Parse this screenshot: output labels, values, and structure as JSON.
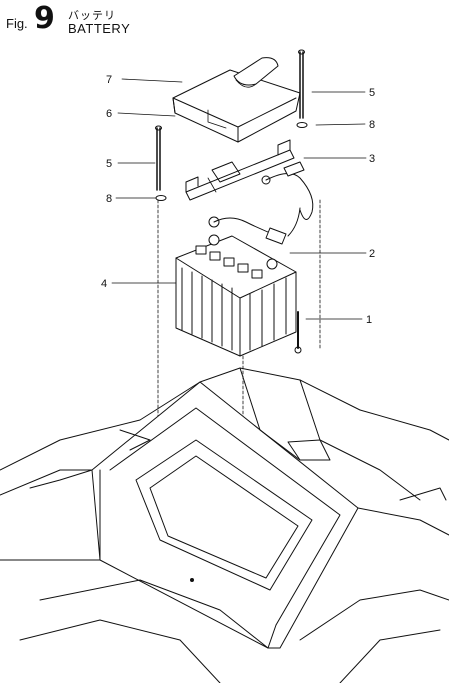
{
  "figure": {
    "prefix": "Fig.",
    "number": "9",
    "title_jp": "バッテリ",
    "title_en": "BATTERY"
  },
  "callouts": [
    {
      "id": "c7a",
      "label": "7"
    },
    {
      "id": "c6",
      "label": "6"
    },
    {
      "id": "c5a",
      "label": "5"
    },
    {
      "id": "c8a",
      "label": "8"
    },
    {
      "id": "c5b",
      "label": "5"
    },
    {
      "id": "c8b",
      "label": "8"
    },
    {
      "id": "c3",
      "label": "3"
    },
    {
      "id": "c2",
      "label": "2"
    },
    {
      "id": "c4",
      "label": "4"
    },
    {
      "id": "c1",
      "label": "1"
    }
  ],
  "colors": {
    "ink": "#111111",
    "paper": "#ffffff"
  }
}
